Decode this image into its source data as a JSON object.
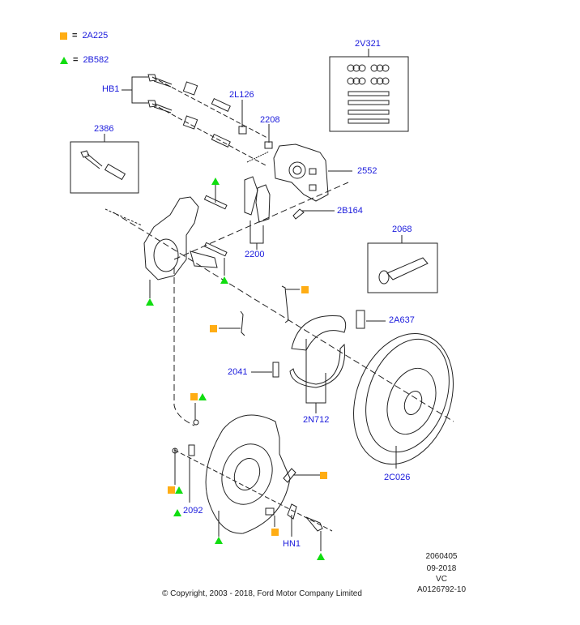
{
  "legend": [
    {
      "marker": "square",
      "color": "#ffad14",
      "equals": "=",
      "part": "2A225"
    },
    {
      "marker": "triangle",
      "color": "#10dd10",
      "equals": "=",
      "part": "2B582"
    }
  ],
  "callouts": {
    "hb1": "HB1",
    "p2386": "2386",
    "p2l126": "2L126",
    "p2208": "2208",
    "p2v321": "2V321",
    "p2552": "2552",
    "p2b164": "2B164",
    "p2200": "2200",
    "p2068": "2068",
    "p2a637": "2A637",
    "p2041": "2041",
    "p2n712": "2N712",
    "p2c026": "2C026",
    "p2092": "2092",
    "hn1": "HN1"
  },
  "info_block": {
    "diagram_no": "2060405",
    "date": "09-2018",
    "code": "VC",
    "ref": "A0126792-10"
  },
  "copyright": "© Copyright, 2003 - 2018, Ford Motor Company Limited",
  "colors": {
    "callout_text": "#1a1adc",
    "square_marker": "#ffad14",
    "triangle_marker": "#10dd10",
    "line": "#222222"
  }
}
